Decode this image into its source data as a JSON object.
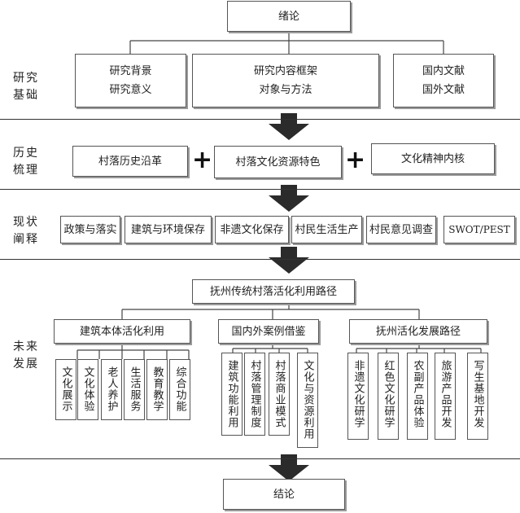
{
  "title": "绪论",
  "sections": {
    "research": "研究\n基础",
    "history": "历史\n梳理",
    "current": "现状\n阐释",
    "future": "未来\n发展"
  },
  "research_boxes": [
    "研究背景\n研究意义",
    "研究内容框架\n对象与方法",
    "国内文献\n国外文献"
  ],
  "history_boxes": [
    "村落历史沿革",
    "村落文化资源特色",
    "文化精神内核"
  ],
  "plus_symbol": "+",
  "current_boxes": [
    "政策与落实",
    "建筑与环境保存",
    "非遗文化保存",
    "村民生活生产",
    "村民意见调查",
    "SWOT/PEST"
  ],
  "path_title": "抚州传统村落活化利用路径",
  "future_groups": [
    {
      "title": "建筑本体活化利用",
      "items": [
        "文化展示",
        "文化体验",
        "老人养护",
        "生活服务",
        "教育教学",
        "综合功能"
      ]
    },
    {
      "title": "国内外案例借鉴",
      "items": [
        "建筑功能利用",
        "村落管理制度",
        "村落商业模式",
        "文化与资源利用"
      ]
    },
    {
      "title": "抚州活化发展路径",
      "items": [
        "非遗文化研学",
        "红色文化研学",
        "农副产品体验",
        "旅游产品开发",
        "写生基地开发"
      ]
    }
  ],
  "conclusion": "结论"
}
